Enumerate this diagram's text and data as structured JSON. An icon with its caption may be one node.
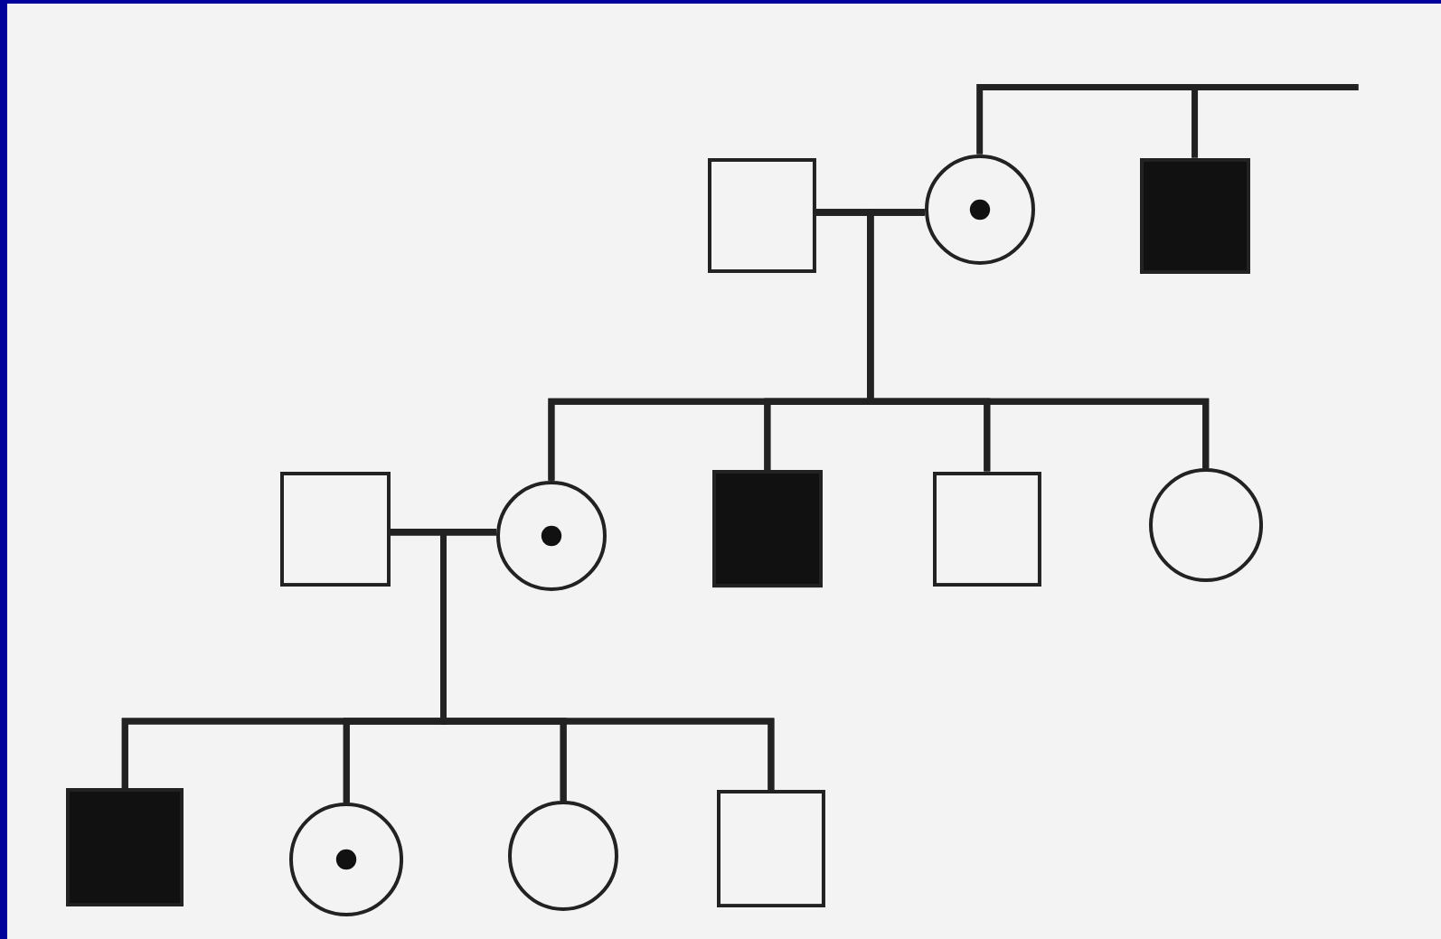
{
  "diagram": {
    "nodes": [
      {
        "text": [],
        "shape": "box"
      },
      {
        "text": [],
        "shape": "dotted-circle"
      },
      {
        "text": [],
        "shape": "filled-box"
      },
      {
        "text": [],
        "shape": "box"
      },
      {
        "text": [],
        "shape": "dotted-circle"
      },
      {
        "text": [],
        "shape": "filled-box"
      },
      {
        "text": [],
        "shape": "box"
      },
      {
        "text": [],
        "shape": "circle"
      },
      {
        "text": [],
        "shape": "filled-box"
      },
      {
        "text": [],
        "shape": "dotted-circle"
      },
      {
        "text": [],
        "shape": "circle"
      },
      {
        "text": [],
        "shape": "box"
      }
    ],
    "edges": [
      {
        "from": 0,
        "to": 1,
        "arrow": "none"
      },
      {
        "from": null,
        "to": 1,
        "arrow": "none"
      },
      {
        "from": null,
        "to": 2,
        "arrow": "none"
      },
      {
        "from": 0,
        "to": 4,
        "arrow": "none"
      },
      {
        "from": 1,
        "to": 4,
        "arrow": "none"
      },
      {
        "from": 0,
        "to": 5,
        "arrow": "none"
      },
      {
        "from": 1,
        "to": 5,
        "arrow": "none"
      },
      {
        "from": 0,
        "to": 6,
        "arrow": "none"
      },
      {
        "from": 1,
        "to": 6,
        "arrow": "none"
      },
      {
        "from": 0,
        "to": 7,
        "arrow": "none"
      },
      {
        "from": 1,
        "to": 7,
        "arrow": "none"
      },
      {
        "from": 3,
        "to": 4,
        "arrow": "none"
      },
      {
        "from": 3,
        "to": 8,
        "arrow": "none"
      },
      {
        "from": 4,
        "to": 8,
        "arrow": "none"
      },
      {
        "from": 3,
        "to": 9,
        "arrow": "none"
      },
      {
        "from": 4,
        "to": 9,
        "arrow": "none"
      },
      {
        "from": 3,
        "to": 10,
        "arrow": "none"
      },
      {
        "from": 4,
        "to": 10,
        "arrow": "none"
      },
      {
        "from": 3,
        "to": 11,
        "arrow": "none"
      },
      {
        "from": 4,
        "to": 11,
        "arrow": "none"
      }
    ]
  }
}
